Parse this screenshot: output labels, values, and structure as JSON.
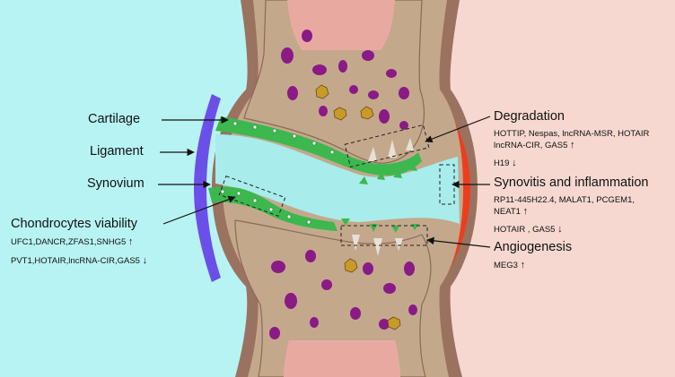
{
  "labels": {
    "cartilage": "Cartilage",
    "ligament": "Ligament",
    "synovium": "Synovium"
  },
  "processes": {
    "chondrocytes": {
      "title": "Chondrocytes viability",
      "up": "UFC1,DANCR,ZFAS1,SNHG5",
      "down": "PVT1,HOTAIR,lncRNA-CIR,GAS5"
    },
    "degradation": {
      "title": "Degradation",
      "up_line1": "HOTTIP, Nespas, lncRNA-MSR, HOTAIR",
      "up_line2": "lncRNA-CIR, GAS5",
      "down": "H19"
    },
    "synovitis": {
      "title": "Synovitis and inflammation",
      "up_line1": "RP11-445H22.4, MALAT1, PCGEM1,",
      "up_line2": "NEAT1",
      "down": "HOTAIR , GAS5"
    },
    "angiogenesis": {
      "title": "Angiogenesis",
      "up": "MEG3"
    }
  },
  "arrows": {
    "up": "↑",
    "down": "↓"
  },
  "colors": {
    "left_background": "#b8f3f3",
    "right_background": "#f6d8d0",
    "bone": "#c4a88c",
    "bone_outline": "#8a6a55",
    "capsule": "#9a7260",
    "marrow_pink": "#e8aaa0",
    "cartilage": "#3cb84e",
    "synovial_fluid": "#a8ecec",
    "ligament": "#6b4fe8",
    "synovium_inflamed": "#ee3d1e",
    "trabecular_spots": "#8a1a86",
    "osteocyte_cells": "#c89a28"
  }
}
